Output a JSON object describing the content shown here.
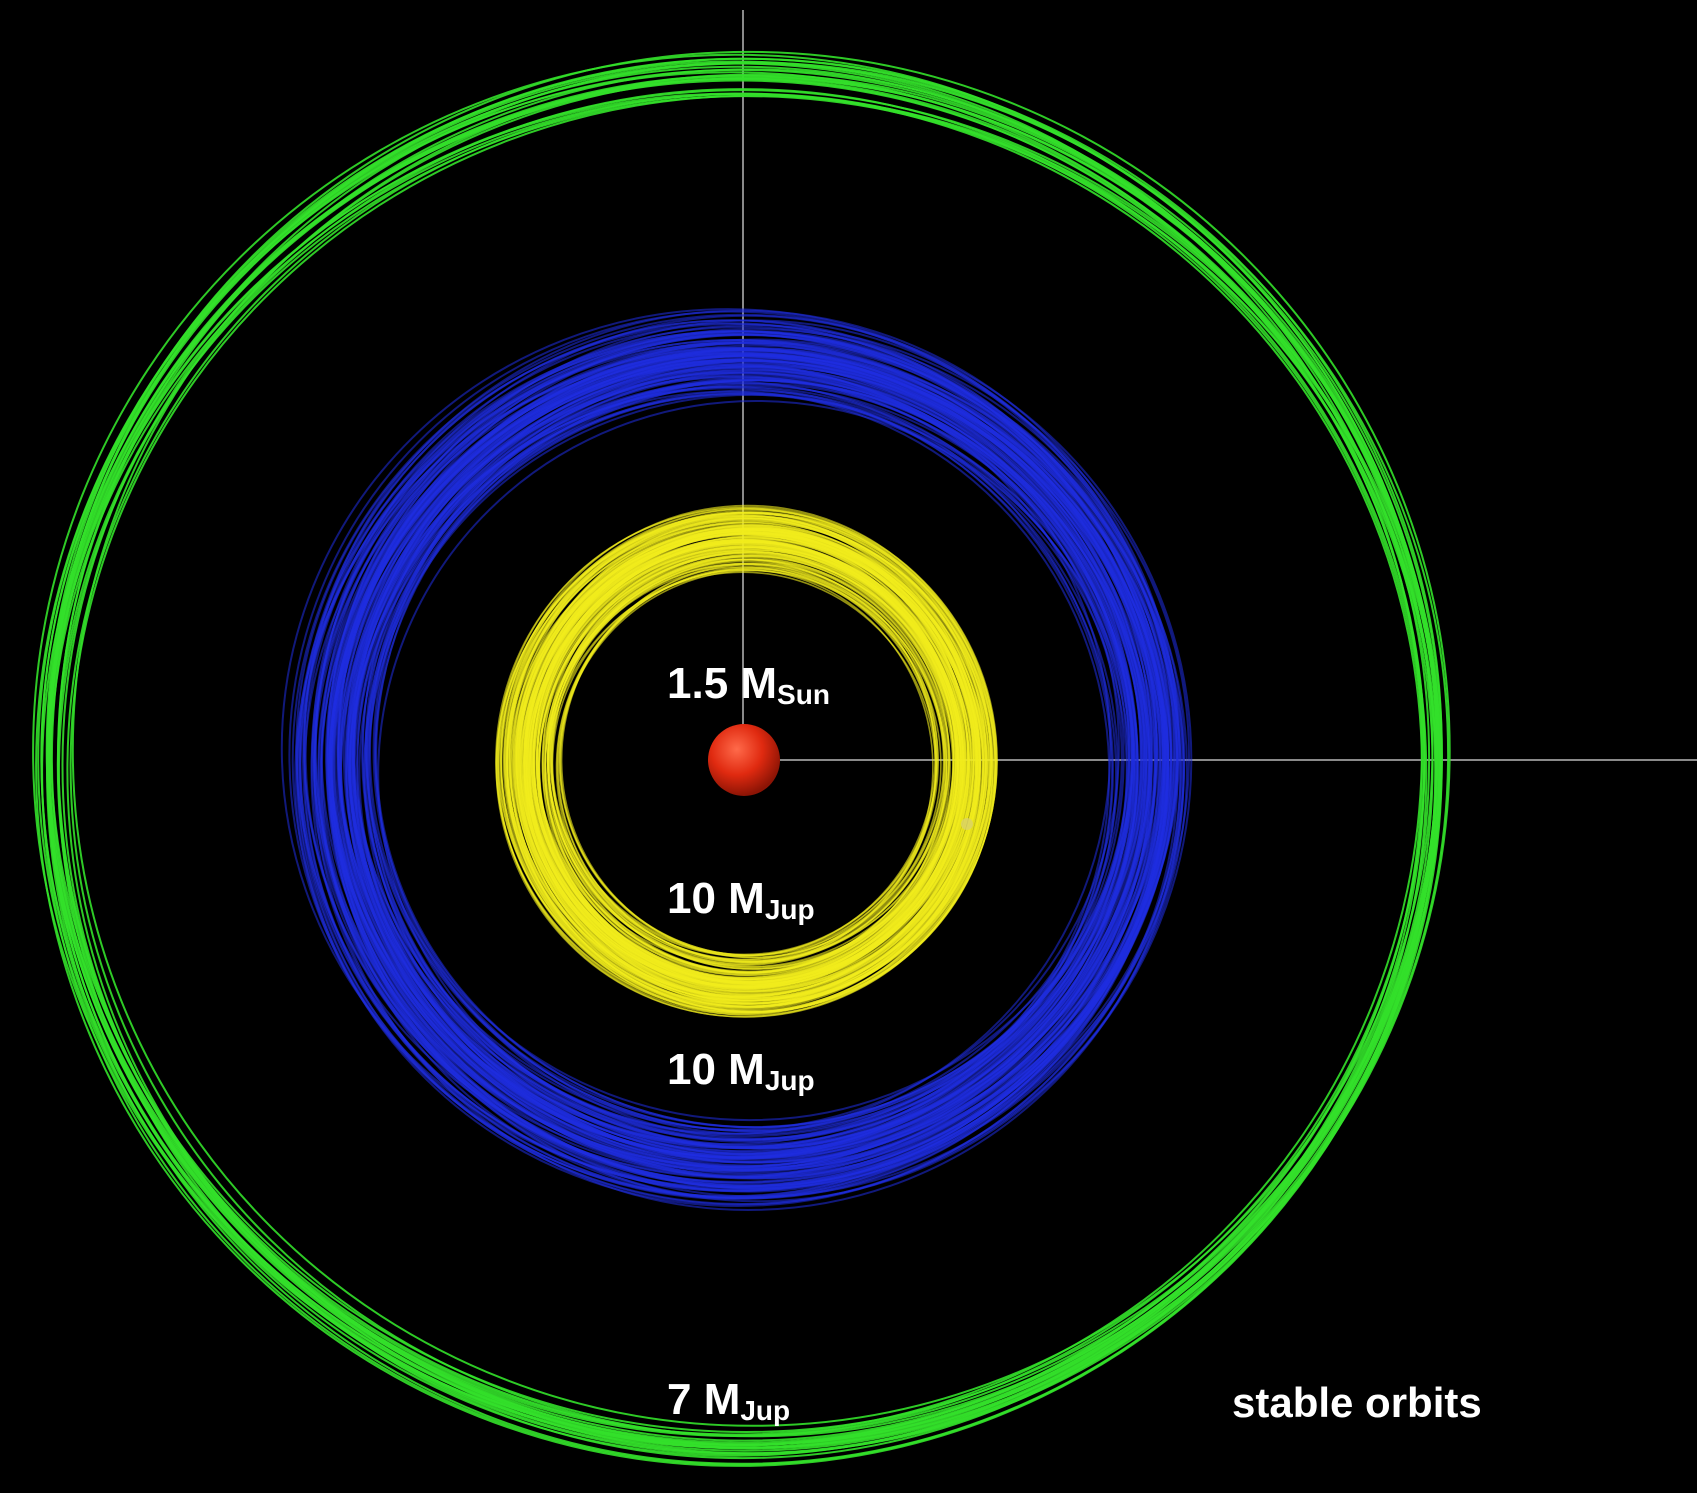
{
  "colors": {
    "background": "#000000",
    "axis": "#8a8a8a",
    "star": "#e02a10",
    "inner_orbit": "#f2ec1c",
    "middle_orbit": "#1f2ee0",
    "outer_orbit": "#33e02a",
    "text": "#ffffff"
  },
  "icons": {
    "star": "red-sphere"
  },
  "labels": {
    "star": {
      "value": "1.5 M",
      "sub": "Sun"
    },
    "inner_planet": {
      "value": "10 M",
      "sub": "Jup"
    },
    "middle_planet": {
      "value": "10 M",
      "sub": "Jup"
    },
    "outer_planet": {
      "value": "7 M",
      "sub": "Jup"
    }
  },
  "caption": "stable orbits"
}
